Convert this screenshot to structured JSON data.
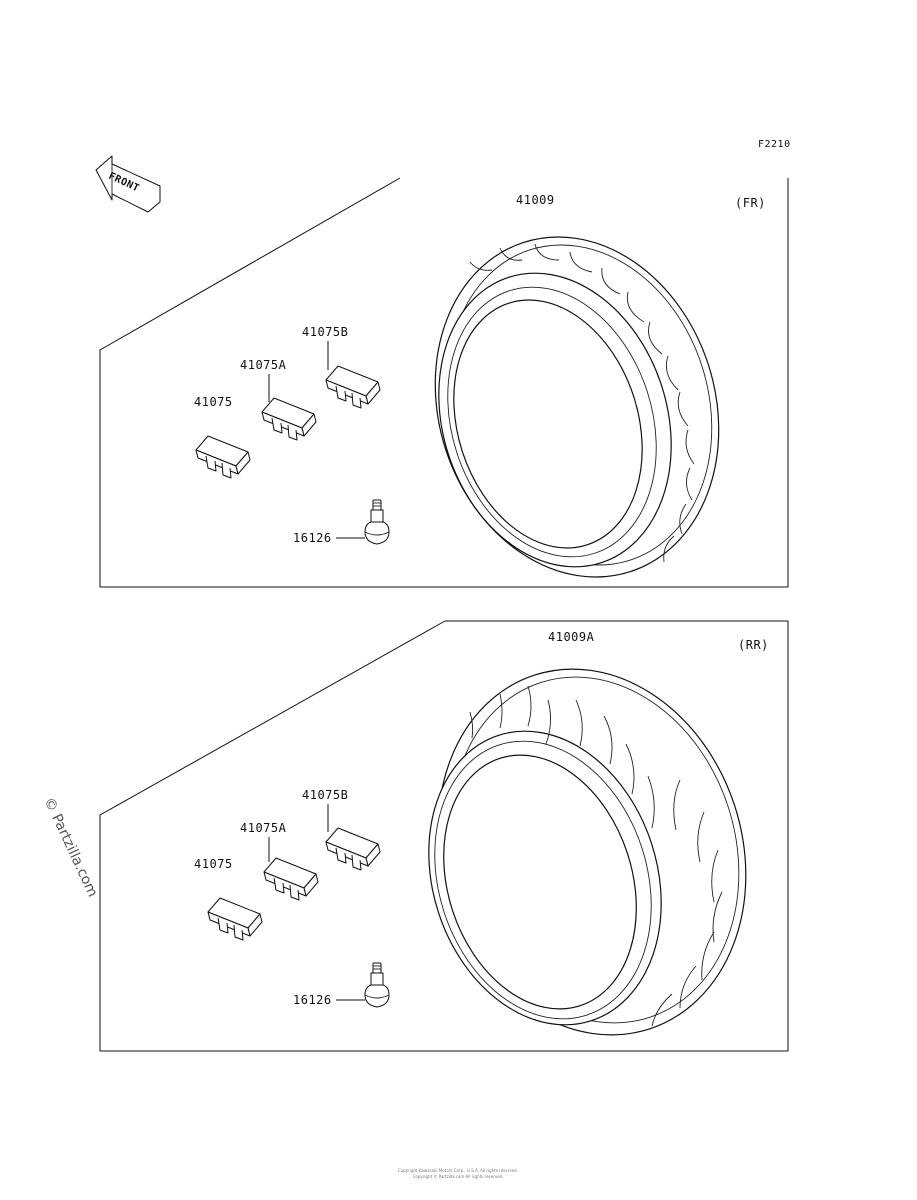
{
  "diagram_code": "F2210",
  "front_arrow_label": "FRONT",
  "watermark": "© Partzilla.com",
  "footer_line1": "Copyright Kawasaki Motors Corp., U.S.A. All rights reserved.",
  "footer_line2": "Copyright © Partzilla.com All rights reserved.",
  "panels": [
    {
      "position": "FR",
      "position_label": "(FR)",
      "tire_part": "41009",
      "weights": [
        "41075",
        "41075A",
        "41075B"
      ],
      "valve_part": "16126"
    },
    {
      "position": "RR",
      "position_label": "(RR)",
      "tire_part": "41009A",
      "weights": [
        "41075",
        "41075A",
        "41075B"
      ],
      "valve_part": "16126"
    }
  ]
}
